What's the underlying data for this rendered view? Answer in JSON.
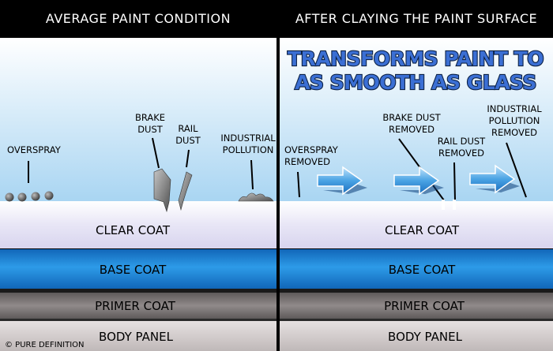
{
  "left_panel": {
    "heading": "AVERAGE PAINT CONDITION",
    "labels": {
      "overspray": "OVERSPRAY",
      "brake_dust_1": "BRAKE",
      "brake_dust_2": "DUST",
      "rail_dust_1": "RAIL",
      "rail_dust_2": "DUST",
      "industrial_1": "INDUSTRIAL",
      "industrial_2": "POLLUTION"
    }
  },
  "right_panel": {
    "heading": "AFTER CLAYING THE PAINT SURFACE",
    "headline_1": "TRANSFORMS PAINT TO",
    "headline_2": "AS SMOOTH AS GLASS",
    "labels": {
      "overspray_1": "OVERSPRAY",
      "overspray_2": "REMOVED",
      "brake_dust_1": "BRAKE DUST",
      "brake_dust_2": "REMOVED",
      "rail_dust_1": "RAIL DUST",
      "rail_dust_2": "REMOVED",
      "industrial_1": "INDUSTRIAL",
      "industrial_2": "POLLUTION",
      "industrial_3": "REMOVED"
    }
  },
  "layers": {
    "clear_coat": "CLEAR COAT",
    "base_coat": "BASE COAT",
    "primer_coat": "PRIMER COAT",
    "body_panel": "BODY PANEL"
  },
  "copyright": "©  PURE DEFINITION",
  "colors": {
    "header_bg": "#000000",
    "sky_top": "#ffffff",
    "sky_bottom": "#a9d5f2",
    "clear_coat": "#e9e7f6",
    "base_coat": "#1e86d8",
    "primer_coat": "#7d7878",
    "body_panel": "#d7d1d1",
    "arrow": "#4aa3e4",
    "headline": "#3b6fd4"
  }
}
